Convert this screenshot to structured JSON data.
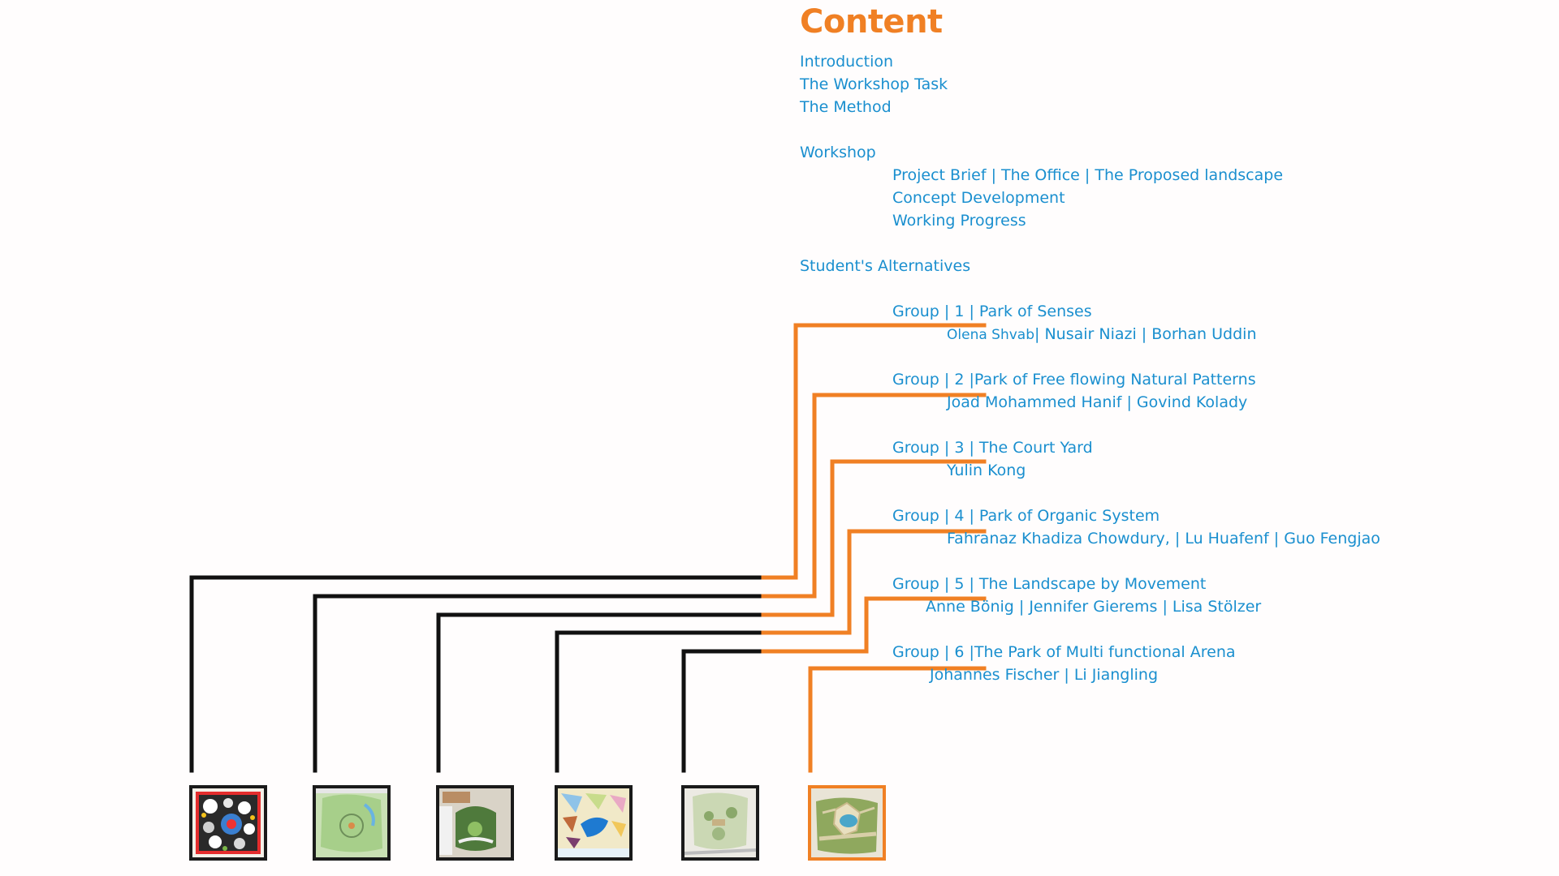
{
  "title": "Content",
  "intro_items": [
    "Introduction",
    "The Workshop Task",
    "The Method"
  ],
  "workshop": {
    "heading": "Workshop",
    "items": [
      "Project Brief | The Office | The Proposed landscape",
      "Concept Development",
      "Working Progress"
    ]
  },
  "alternatives": {
    "heading": "Student's Alternatives",
    "groups": [
      {
        "title": "Group | 1 | Park of Senses",
        "members_a": "Olena  Shvab",
        "members_b": "| Nusair Niazi | Borhan Uddin"
      },
      {
        "title": "Group | 2 |Park of Free flowing Natural Patterns",
        "members": "Joad Mohammed Hanif |  Govind Kolady"
      },
      {
        "title": "Group | 3 | The Court Yard",
        "members": "Yulin Kong"
      },
      {
        "title": "Group | 4 | Park of Organic System",
        "members": "Fahranaz Khadiza Chowdury, | Lu Huafenf | Guo Fengjao"
      },
      {
        "title": "Group | 5 | The Landscape by Movement",
        "members": "Anne Bönig | Jennifer Gierems | Lisa Stölzer"
      },
      {
        "title": "Group | 6 |The Park of Multi functional Arena",
        "members": "Johannes Fischer | Li Jiangling"
      }
    ]
  },
  "colors": {
    "accent": "#f08024",
    "text": "#1a8fcf",
    "connector": "#111111"
  },
  "thumbnails": [
    {
      "name": "group-1-plan"
    },
    {
      "name": "group-2-plan"
    },
    {
      "name": "group-3-plan"
    },
    {
      "name": "group-4-plan"
    },
    {
      "name": "group-5-plan"
    },
    {
      "name": "group-6-plan"
    }
  ]
}
